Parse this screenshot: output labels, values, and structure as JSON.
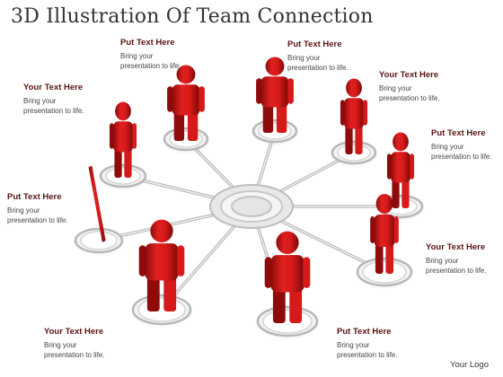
{
  "title": "3D Illustration Of Team Connection",
  "labels": [
    {
      "heading": "Put Text Here",
      "body": "Bring your\npresentation to life."
    },
    {
      "heading": "Put Text Here",
      "body": "Bring your\npresentation to life."
    },
    {
      "heading": "Your Text Here",
      "body": "Bring your\npresentation to life."
    },
    {
      "heading": "Your Text Here",
      "body": "Bring your\npresentation to life."
    },
    {
      "heading": "Put Text Here",
      "body": "Bring your\npresentation to life."
    },
    {
      "heading": "Put Text Here",
      "body": "Bring your\npresentation to life."
    },
    {
      "heading": "Your Text Here",
      "body": "Bring your\npresentation to life."
    },
    {
      "heading": "Your Text Here",
      "body": "Bring your\npresentation to life."
    },
    {
      "heading": "Put Text Here",
      "body": "Bring your\npresentation to life."
    }
  ],
  "logo": "Your Logo",
  "colors": {
    "figure": "#d61919",
    "figure_shadow": "#8e0b0b",
    "ring": "#d4d4d4",
    "heading": "#5b1414"
  }
}
